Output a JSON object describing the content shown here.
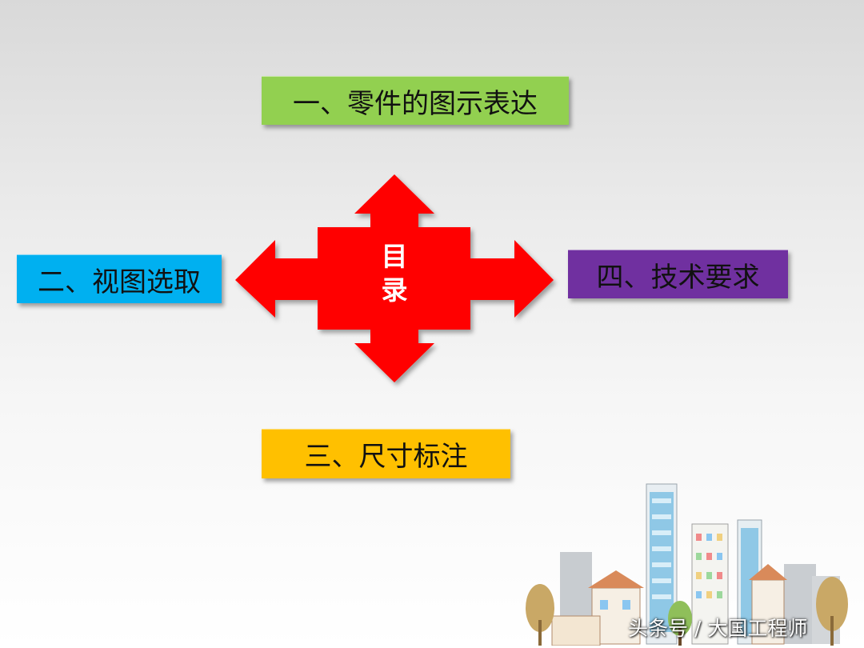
{
  "menu": {
    "item1": "一、零件的图示表达",
    "item2": "二、视图选取",
    "item3": "三、尺寸标注",
    "item4": "四、技术要求"
  },
  "center": {
    "line1": "目",
    "line2": "录"
  },
  "watermark": "头条号 / 大国工程师",
  "colors": {
    "green": "#92d050",
    "blue": "#00b0f0",
    "yellow": "#ffc000",
    "purple": "#7030a0",
    "arrow": "#ff0000"
  }
}
